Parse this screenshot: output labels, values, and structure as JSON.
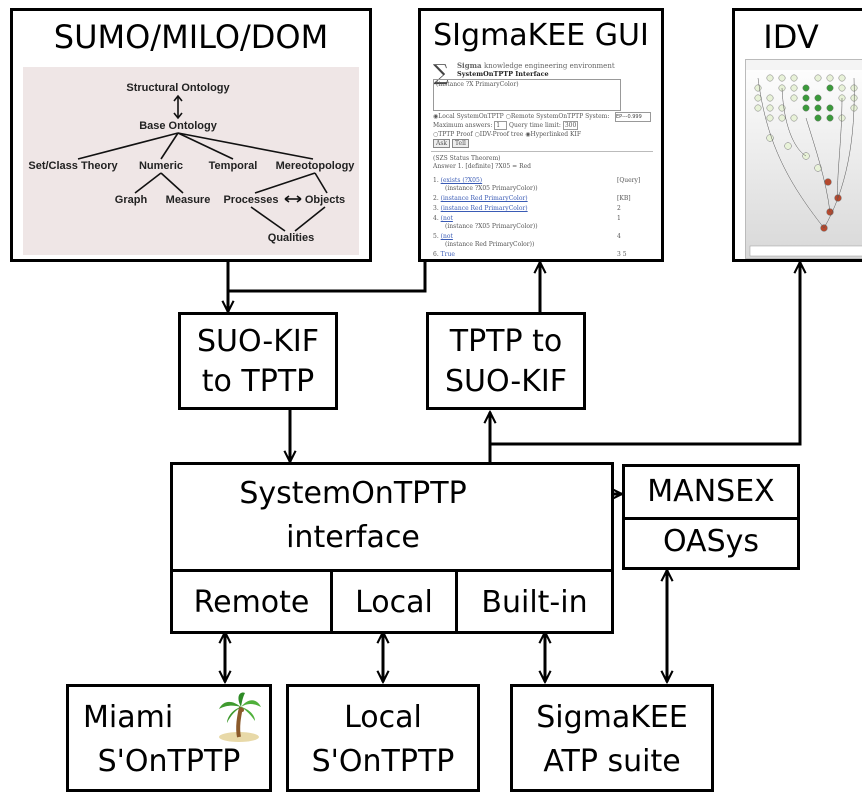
{
  "panels": {
    "sumo": {
      "title": "SUMO/MILO/DOM",
      "ontology": {
        "top": "Structural Ontology",
        "base": "Base Ontology",
        "level2": [
          "Set/Class Theory",
          "Numeric",
          "Temporal",
          "Mereotopology"
        ],
        "graph": "Graph",
        "measure": "Measure",
        "processes": "Processes",
        "objects": "Objects",
        "qualities": "Qualities"
      }
    },
    "sigma": {
      "title": "SIgmaKEE GUI",
      "logo": "Sigma",
      "tagline": "knowledge engineering environment",
      "heading": "SystemOnTPTP Interface",
      "query_text": "(instance ?X PrimaryColor)",
      "opt_local": "Local SystemOnTPTP",
      "opt_remote": "Remote SystemOnTPTP",
      "system_label": "System:",
      "system_value": "EP---0.999",
      "max_answers_label": "Maximum answers:",
      "max_answers": "1",
      "time_limit_label": "Query time limit:",
      "time_limit": "300",
      "opt_proof": "TPTP Proof",
      "opt_idv": "IDV-Proof tree",
      "opt_kif": "Hyperlinked KIF",
      "ask": "Ask",
      "tell": "Tell",
      "status": "(SZS Status Theorem)",
      "answer": "Answer 1. [definite] ?X05 = Red",
      "proof_lines": [
        {
          "n": "1.",
          "text": "(exists (?X05)",
          "sub": "(instance ?X05 PrimaryColor))",
          "tag": "[Query]"
        },
        {
          "n": "2.",
          "text": "(instance Red PrimaryColor)",
          "sub": "",
          "tag": "[KB]"
        },
        {
          "n": "3.",
          "text": "(instance Red PrimaryColor)",
          "sub": "",
          "tag": "2"
        },
        {
          "n": "4.",
          "text": "(not",
          "sub": "(instance ?X05 PrimaryColor))",
          "tag": "1"
        },
        {
          "n": "5.",
          "text": "(not",
          "sub": "(instance Red PrimaryColor))",
          "tag": "4"
        },
        {
          "n": "6.",
          "text": "True",
          "sub": "",
          "tag": "3 5"
        }
      ]
    },
    "idv": {
      "title": "IDV"
    }
  },
  "converters": {
    "kif_to_tptp": [
      "SUO-KIF",
      "to TPTP"
    ],
    "tptp_to_kif": [
      "TPTP to",
      "SUO-KIF"
    ]
  },
  "interface": {
    "title_lines": [
      "SystemOnTPTP",
      "interface"
    ],
    "modes": [
      "Remote",
      "Local",
      "Built-in"
    ]
  },
  "mansex": {
    "top": "MANSEX",
    "bottom": "OASys"
  },
  "systems": {
    "miami": [
      "Miami",
      "S'OnTPTP"
    ],
    "local": [
      "Local",
      "S'OnTPTP"
    ],
    "sigmakee": [
      "SigmaKEE",
      "ATP suite"
    ]
  },
  "colors": {
    "line": "#000000",
    "sumo_bg": "#efe6e6",
    "idv_node_green": "#3a9a3a",
    "idv_node_light": "#e8f2d8",
    "idv_node_red": "#b5492e",
    "link": "#3a5bb5"
  },
  "icons": [
    "palm-tree-icon",
    "sigma-logo-icon",
    "arrow-icon"
  ]
}
